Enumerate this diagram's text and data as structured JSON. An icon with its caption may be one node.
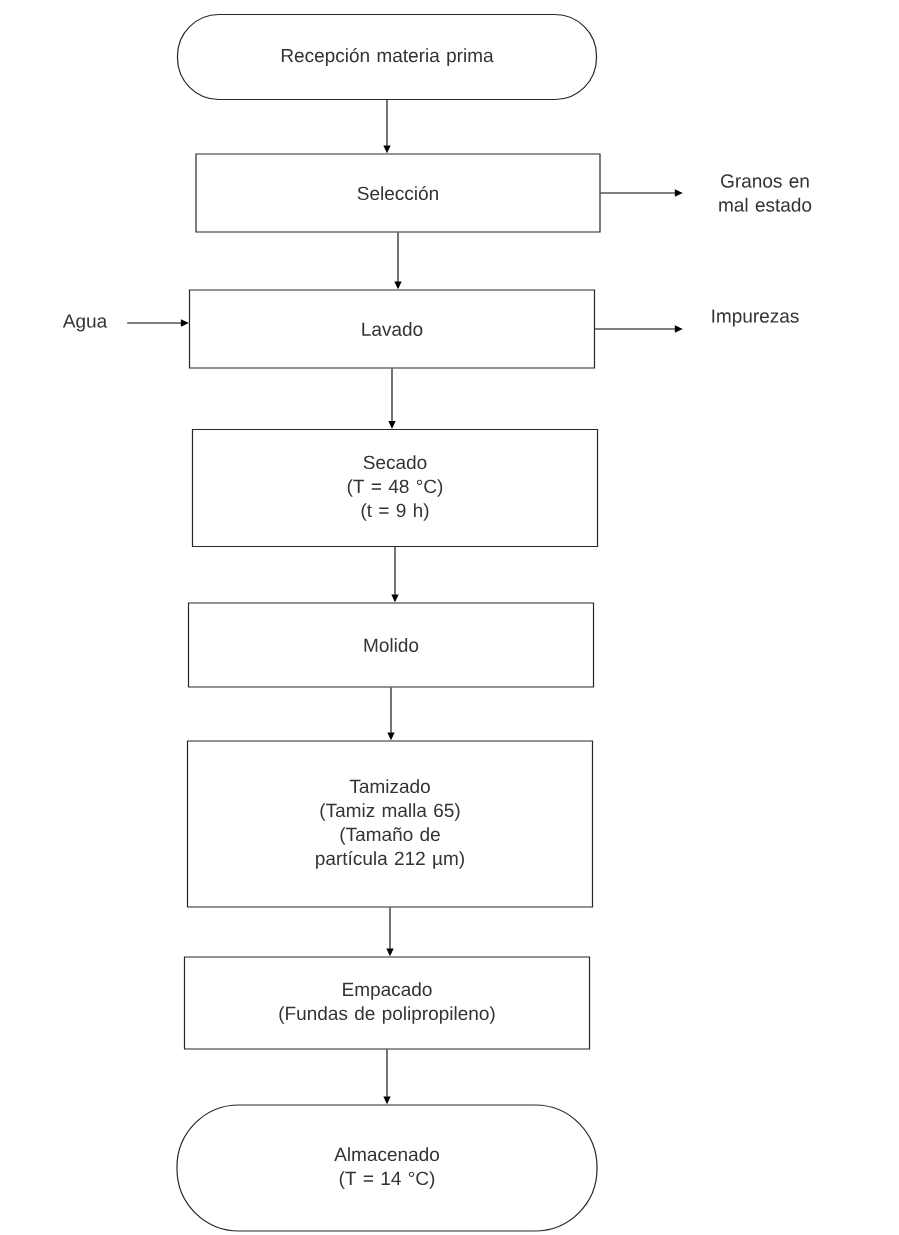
{
  "diagram": {
    "nodes": [
      {
        "text": [
          "Recepción materia prima"
        ]
      },
      {
        "text": [
          "Selección"
        ]
      },
      {
        "text": [
          "Granos en mal estado"
        ]
      },
      {
        "text": [
          "Agua"
        ]
      },
      {
        "text": [
          "Lavado"
        ]
      },
      {
        "text": [
          "Impurezas"
        ]
      },
      {
        "text": [
          "Secado",
          "(T = 48 °C)",
          "(t = 9 h)"
        ]
      },
      {
        "text": [
          "Molido"
        ]
      },
      {
        "text": [
          "Tamizado",
          "(Tamiz malla 65)",
          "(Tamaño de partícula 212 µm)"
        ]
      },
      {
        "text": [
          "Empacado",
          "(Fundas de polipropileno)"
        ]
      },
      {
        "text": [
          "Almacenado",
          "(T = 14 °C)"
        ]
      }
    ],
    "edges": [
      {
        "from": 0,
        "to": 1,
        "arrow": "to"
      },
      {
        "from": 1,
        "to": 2,
        "arrow": "to"
      },
      {
        "from": 1,
        "to": 4,
        "arrow": "to"
      },
      {
        "from": 3,
        "to": 4,
        "arrow": "to"
      },
      {
        "from": 4,
        "to": 5,
        "arrow": "to"
      },
      {
        "from": 4,
        "to": 6,
        "arrow": "to"
      },
      {
        "from": 6,
        "to": 7,
        "arrow": "to"
      },
      {
        "from": 7,
        "to": 8,
        "arrow": "to"
      },
      {
        "from": 8,
        "to": 9,
        "arrow": "to"
      },
      {
        "from": 9,
        "to": 10,
        "arrow": "to"
      }
    ]
  }
}
